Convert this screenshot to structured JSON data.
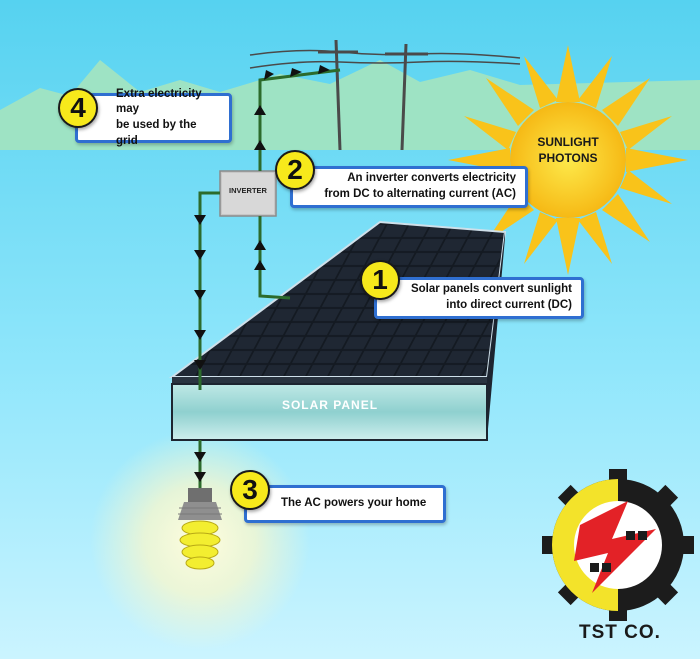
{
  "colors": {
    "sky_top": "#56d2f0",
    "sky_bottom": "#cbf4ff",
    "hills": "#9ee3c4",
    "sun": "#f9c31a",
    "badge": "#f7e91b",
    "box_border": "#2f6fd1",
    "wire": "#2c6b2c",
    "brand_red": "#e32227"
  },
  "sun": {
    "label": "SUNLIGHT\nPHOTONS"
  },
  "inverter": {
    "label": "INVERTER"
  },
  "panel": {
    "label": "SOLAR  PANEL"
  },
  "steps": [
    {
      "number": "1",
      "text": "Solar panels convert sunlight\ninto direct current (DC)"
    },
    {
      "number": "2",
      "text": "An inverter converts electricity\nfrom DC to alternating current (AC)"
    },
    {
      "number": "3",
      "text": "The AC powers your home"
    },
    {
      "number": "4",
      "text": "Extra electricity may\nbe used by the grid"
    }
  ],
  "brand": {
    "name": "TST CO."
  },
  "icons": [
    "sun-icon",
    "power-tower-icon",
    "inverter-icon",
    "solar-panel-icon",
    "light-bulb-icon",
    "tst-logo-icon"
  ]
}
